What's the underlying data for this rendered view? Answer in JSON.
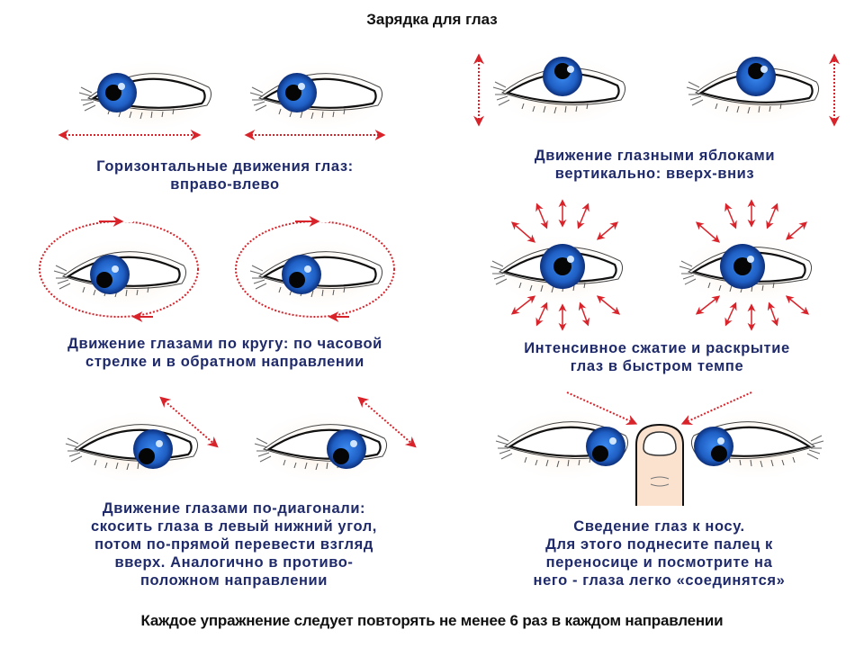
{
  "title": "Зарядка для глаз",
  "exercises": [
    {
      "id": "horizontal",
      "caption": "Горизонтальные движения глаз:\nвправо-влево",
      "gaze": "left-right",
      "indicator": "horizontal-double-arrows"
    },
    {
      "id": "vertical",
      "caption": "Движение глазными яблоками\nвертикально: вверх-вниз",
      "gaze": "up",
      "indicator": "vertical-double-arrows"
    },
    {
      "id": "circular",
      "caption": "Движение глазами по кругу: по часовой\nстрелке и в обратном направлении",
      "gaze": "down-left",
      "indicator": "circular-dotted-arrows"
    },
    {
      "id": "squeeze",
      "caption": "Интенсивное сжатие и раскрытие\nглаз в быстром темпе",
      "gaze": "center",
      "indicator": "radial-arrows"
    },
    {
      "id": "diagonal",
      "caption": "Движение глазами по-диагонали:\nскосить глаза в левый нижний угол,\nпотом по-прямой перевести взгляд\nвверх. Аналогично в противо-\nположном направлении",
      "gaze": "down-right",
      "indicator": "diagonal-double-arrows"
    },
    {
      "id": "convergence",
      "caption": "Сведение глаз к носу.\nДля этого поднесите палец к\nпереносице и посмотрите на\nнего - глаза легко «соединятся»",
      "gaze": "inward",
      "indicator": "converging-arrows-finger"
    }
  ],
  "footer": "Каждое упражнение следует повторять не менее 6 раз в каждом направлении",
  "colors": {
    "iris": "#1f5fc4",
    "arrow": "#d8232a",
    "caption": "#1f2a6b",
    "title": "#111111"
  }
}
